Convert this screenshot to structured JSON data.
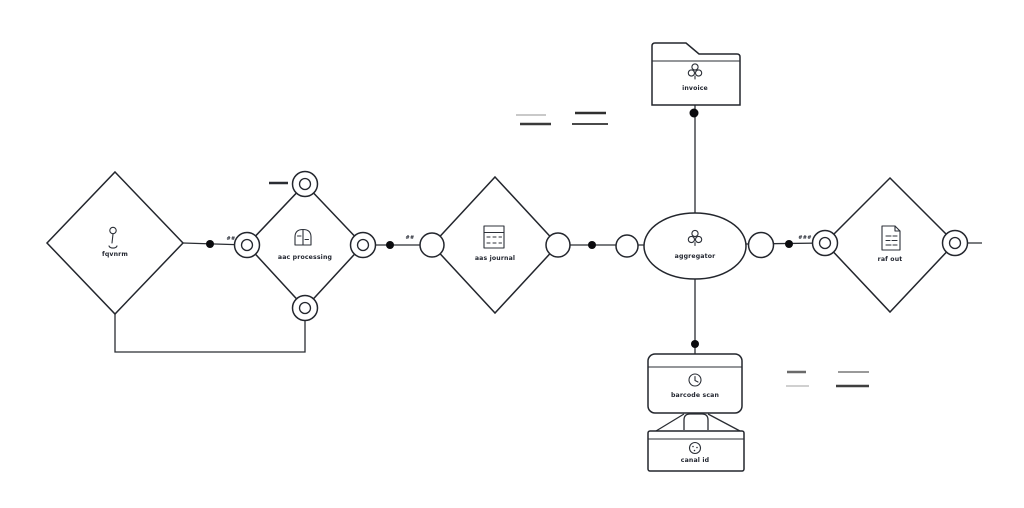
{
  "diagram": {
    "background": "#ffffff",
    "stroke_color": "#23262d",
    "text_color": "#1e222c",
    "nodes": [
      {
        "id": "fqvnrm",
        "label": "fqvnrm",
        "icon": "person-icon",
        "shape": "diamond"
      },
      {
        "id": "aac-processing",
        "label": "aac processing",
        "icon": "brain-icon",
        "shape": "diamond"
      },
      {
        "id": "aas-journal",
        "label": "aas journal",
        "icon": "table-icon",
        "shape": "diamond"
      },
      {
        "id": "aggregator",
        "label": "aggregator",
        "icon": "clover-icon",
        "shape": "ellipse"
      },
      {
        "id": "invoice",
        "label": "invoice",
        "icon": "clover-icon",
        "shape": "folder"
      },
      {
        "id": "barcode-scan",
        "label": "barcode scan",
        "icon": "clock-icon",
        "shape": "rounded-box"
      },
      {
        "id": "canal-id",
        "label": "canal id",
        "icon": "dotted-circle-icon",
        "shape": "folder"
      },
      {
        "id": "raf-out",
        "label": "raf out",
        "icon": "document-icon",
        "shape": "diamond"
      }
    ],
    "edge_labels": [
      "##",
      "##",
      "###"
    ]
  }
}
